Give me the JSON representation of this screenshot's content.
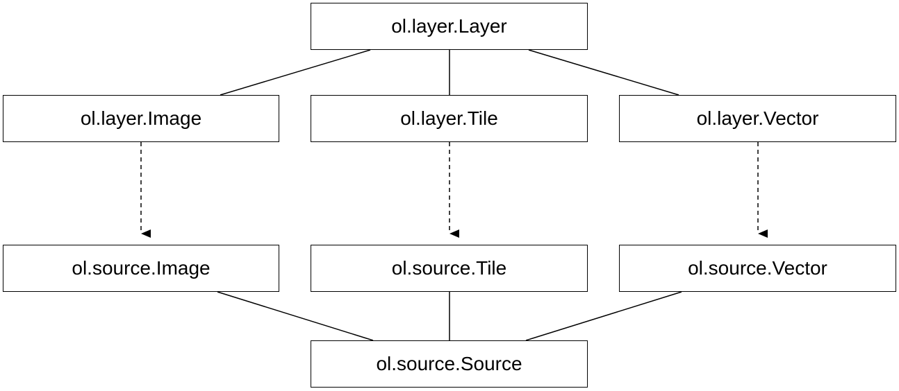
{
  "nodes": {
    "layer": "ol.layer.Layer",
    "layer_image": "ol.layer.Image",
    "layer_tile": "ol.layer.Tile",
    "layer_vector": "ol.layer.Vector",
    "source_image": "ol.source.Image",
    "source_tile": "ol.source.Tile",
    "source_vector": "ol.source.Vector",
    "source_source": "ol.source.Source"
  },
  "edges": [
    {
      "from": "layer",
      "to": "layer_image",
      "style": "solid"
    },
    {
      "from": "layer",
      "to": "layer_tile",
      "style": "solid"
    },
    {
      "from": "layer",
      "to": "layer_vector",
      "style": "solid"
    },
    {
      "from": "layer_image",
      "to": "source_image",
      "style": "dashed-arrow"
    },
    {
      "from": "layer_tile",
      "to": "source_tile",
      "style": "dashed-arrow"
    },
    {
      "from": "layer_vector",
      "to": "source_vector",
      "style": "dashed-arrow"
    },
    {
      "from": "source_image",
      "to": "source_source",
      "style": "solid"
    },
    {
      "from": "source_tile",
      "to": "source_source",
      "style": "solid"
    },
    {
      "from": "source_vector",
      "to": "source_source",
      "style": "solid"
    }
  ],
  "colors": {
    "stroke": "#000000",
    "background": "#ffffff",
    "text": "#000000"
  }
}
